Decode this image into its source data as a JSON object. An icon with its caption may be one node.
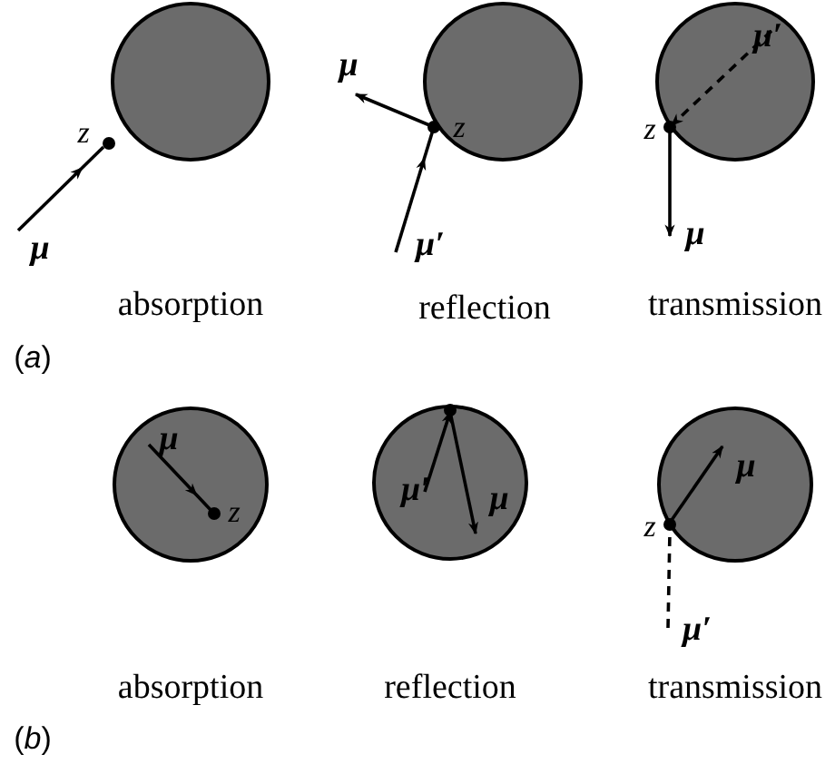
{
  "diagram": {
    "labels": [
      "z",
      "μ",
      "absorption",
      "μ",
      "z",
      "μ′",
      "reflection",
      "μ′",
      "z",
      "μ",
      "transmission",
      "(*a*)",
      "μ",
      "z",
      "absorption",
      "μ′",
      "μ",
      "reflection",
      "μ",
      "z",
      "μ′",
      "transmission",
      "(*b*)"
    ]
  }
}
